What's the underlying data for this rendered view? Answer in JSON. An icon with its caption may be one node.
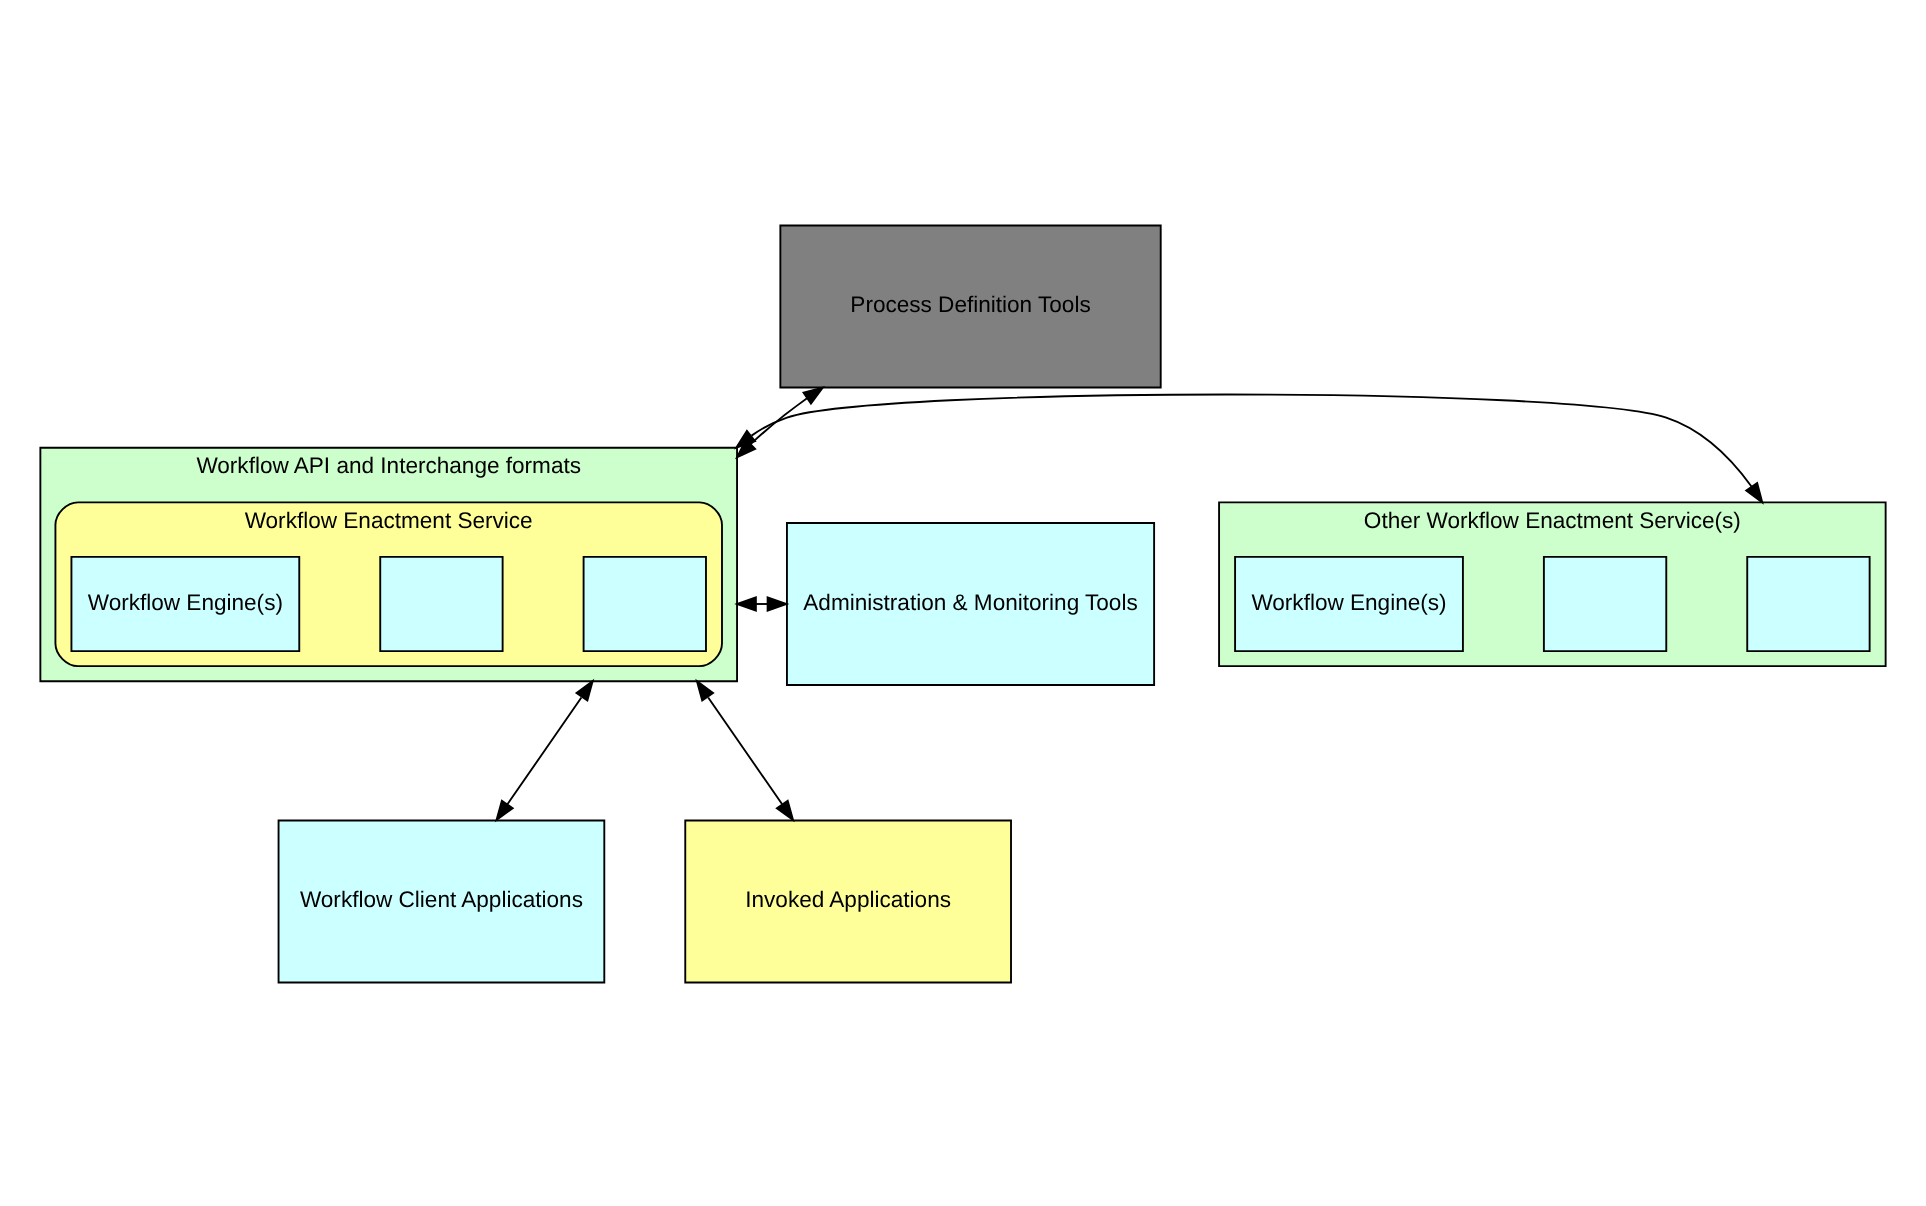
{
  "diagram": {
    "nodes": [
      {
        "text": [
          "Process Definition Tools"
        ]
      },
      {
        "text": [
          "Workflow API and Interchange formats"
        ]
      },
      {
        "text": [
          "Workflow Enactment Service"
        ],
        "in": 1
      },
      {
        "text": [],
        "shape": "box",
        "in": 2
      },
      {
        "text": [],
        "shape": "box",
        "in": 2
      },
      {
        "text": [
          "Workflow Engine(s)"
        ],
        "in": 2
      },
      {
        "text": [
          "Administration & Monitoring Tools"
        ]
      },
      {
        "text": [
          "Other Workflow Enactment Service(s)"
        ]
      },
      {
        "text": [],
        "shape": "box",
        "in": 7
      },
      {
        "text": [],
        "shape": "box",
        "in": 7
      },
      {
        "text": [
          "Workflow Engine(s)"
        ],
        "in": 7
      },
      {
        "text": [
          "Workflow Client Applications"
        ]
      },
      {
        "text": [
          "Invoked Applications"
        ]
      }
    ],
    "edges": [
      {
        "from": 0,
        "to": 1,
        "arrow": "both"
      },
      {
        "from": 6,
        "to": 1,
        "arrow": "both"
      },
      {
        "from": 1,
        "to": 7,
        "arrow": "both"
      },
      {
        "from": 1,
        "to": 11,
        "arrow": "both"
      },
      {
        "from": 1,
        "to": 12,
        "arrow": "both"
      }
    ]
  }
}
